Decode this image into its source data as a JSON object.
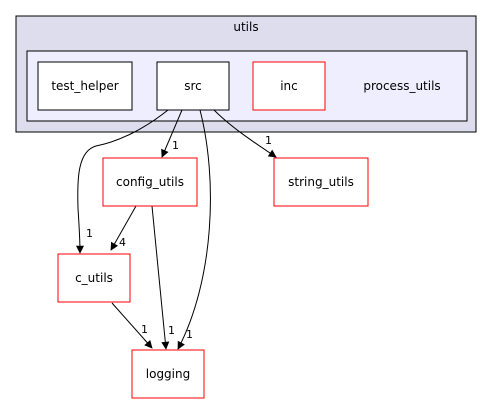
{
  "graph": {
    "cluster_outer": {
      "label": "utils",
      "fill": "#ddddee",
      "stroke": "#000000"
    },
    "cluster_inner": {
      "label": "process_utils",
      "fill": "#eeeeff",
      "stroke": "#000000"
    },
    "nodes": {
      "test_helper": {
        "label": "test_helper",
        "stroke": "#000000"
      },
      "src": {
        "label": "src",
        "stroke": "#000000"
      },
      "inc": {
        "label": "inc",
        "stroke": "#ff0000"
      },
      "config_utils": {
        "label": "config_utils",
        "stroke": "#ff0000"
      },
      "string_utils": {
        "label": "string_utils",
        "stroke": "#ff0000"
      },
      "c_utils": {
        "label": "c_utils",
        "stroke": "#ff0000"
      },
      "logging": {
        "label": "logging",
        "stroke": "#ff0000"
      }
    },
    "edges": [
      {
        "id": "src-config_utils",
        "from": "src",
        "to": "config_utils",
        "label": "1"
      },
      {
        "id": "src-string_utils",
        "from": "src",
        "to": "string_utils",
        "label": "1"
      },
      {
        "id": "src-c_utils",
        "from": "src",
        "to": "c_utils",
        "label": "1"
      },
      {
        "id": "src-logging",
        "from": "src",
        "to": "logging",
        "label": "1"
      },
      {
        "id": "config_utils-c_utils",
        "from": "config_utils",
        "to": "c_utils",
        "label": "4"
      },
      {
        "id": "config_utils-logging",
        "from": "config_utils",
        "to": "logging",
        "label": "1"
      },
      {
        "id": "c_utils-logging",
        "from": "c_utils",
        "to": "logging",
        "label": "1"
      }
    ]
  }
}
